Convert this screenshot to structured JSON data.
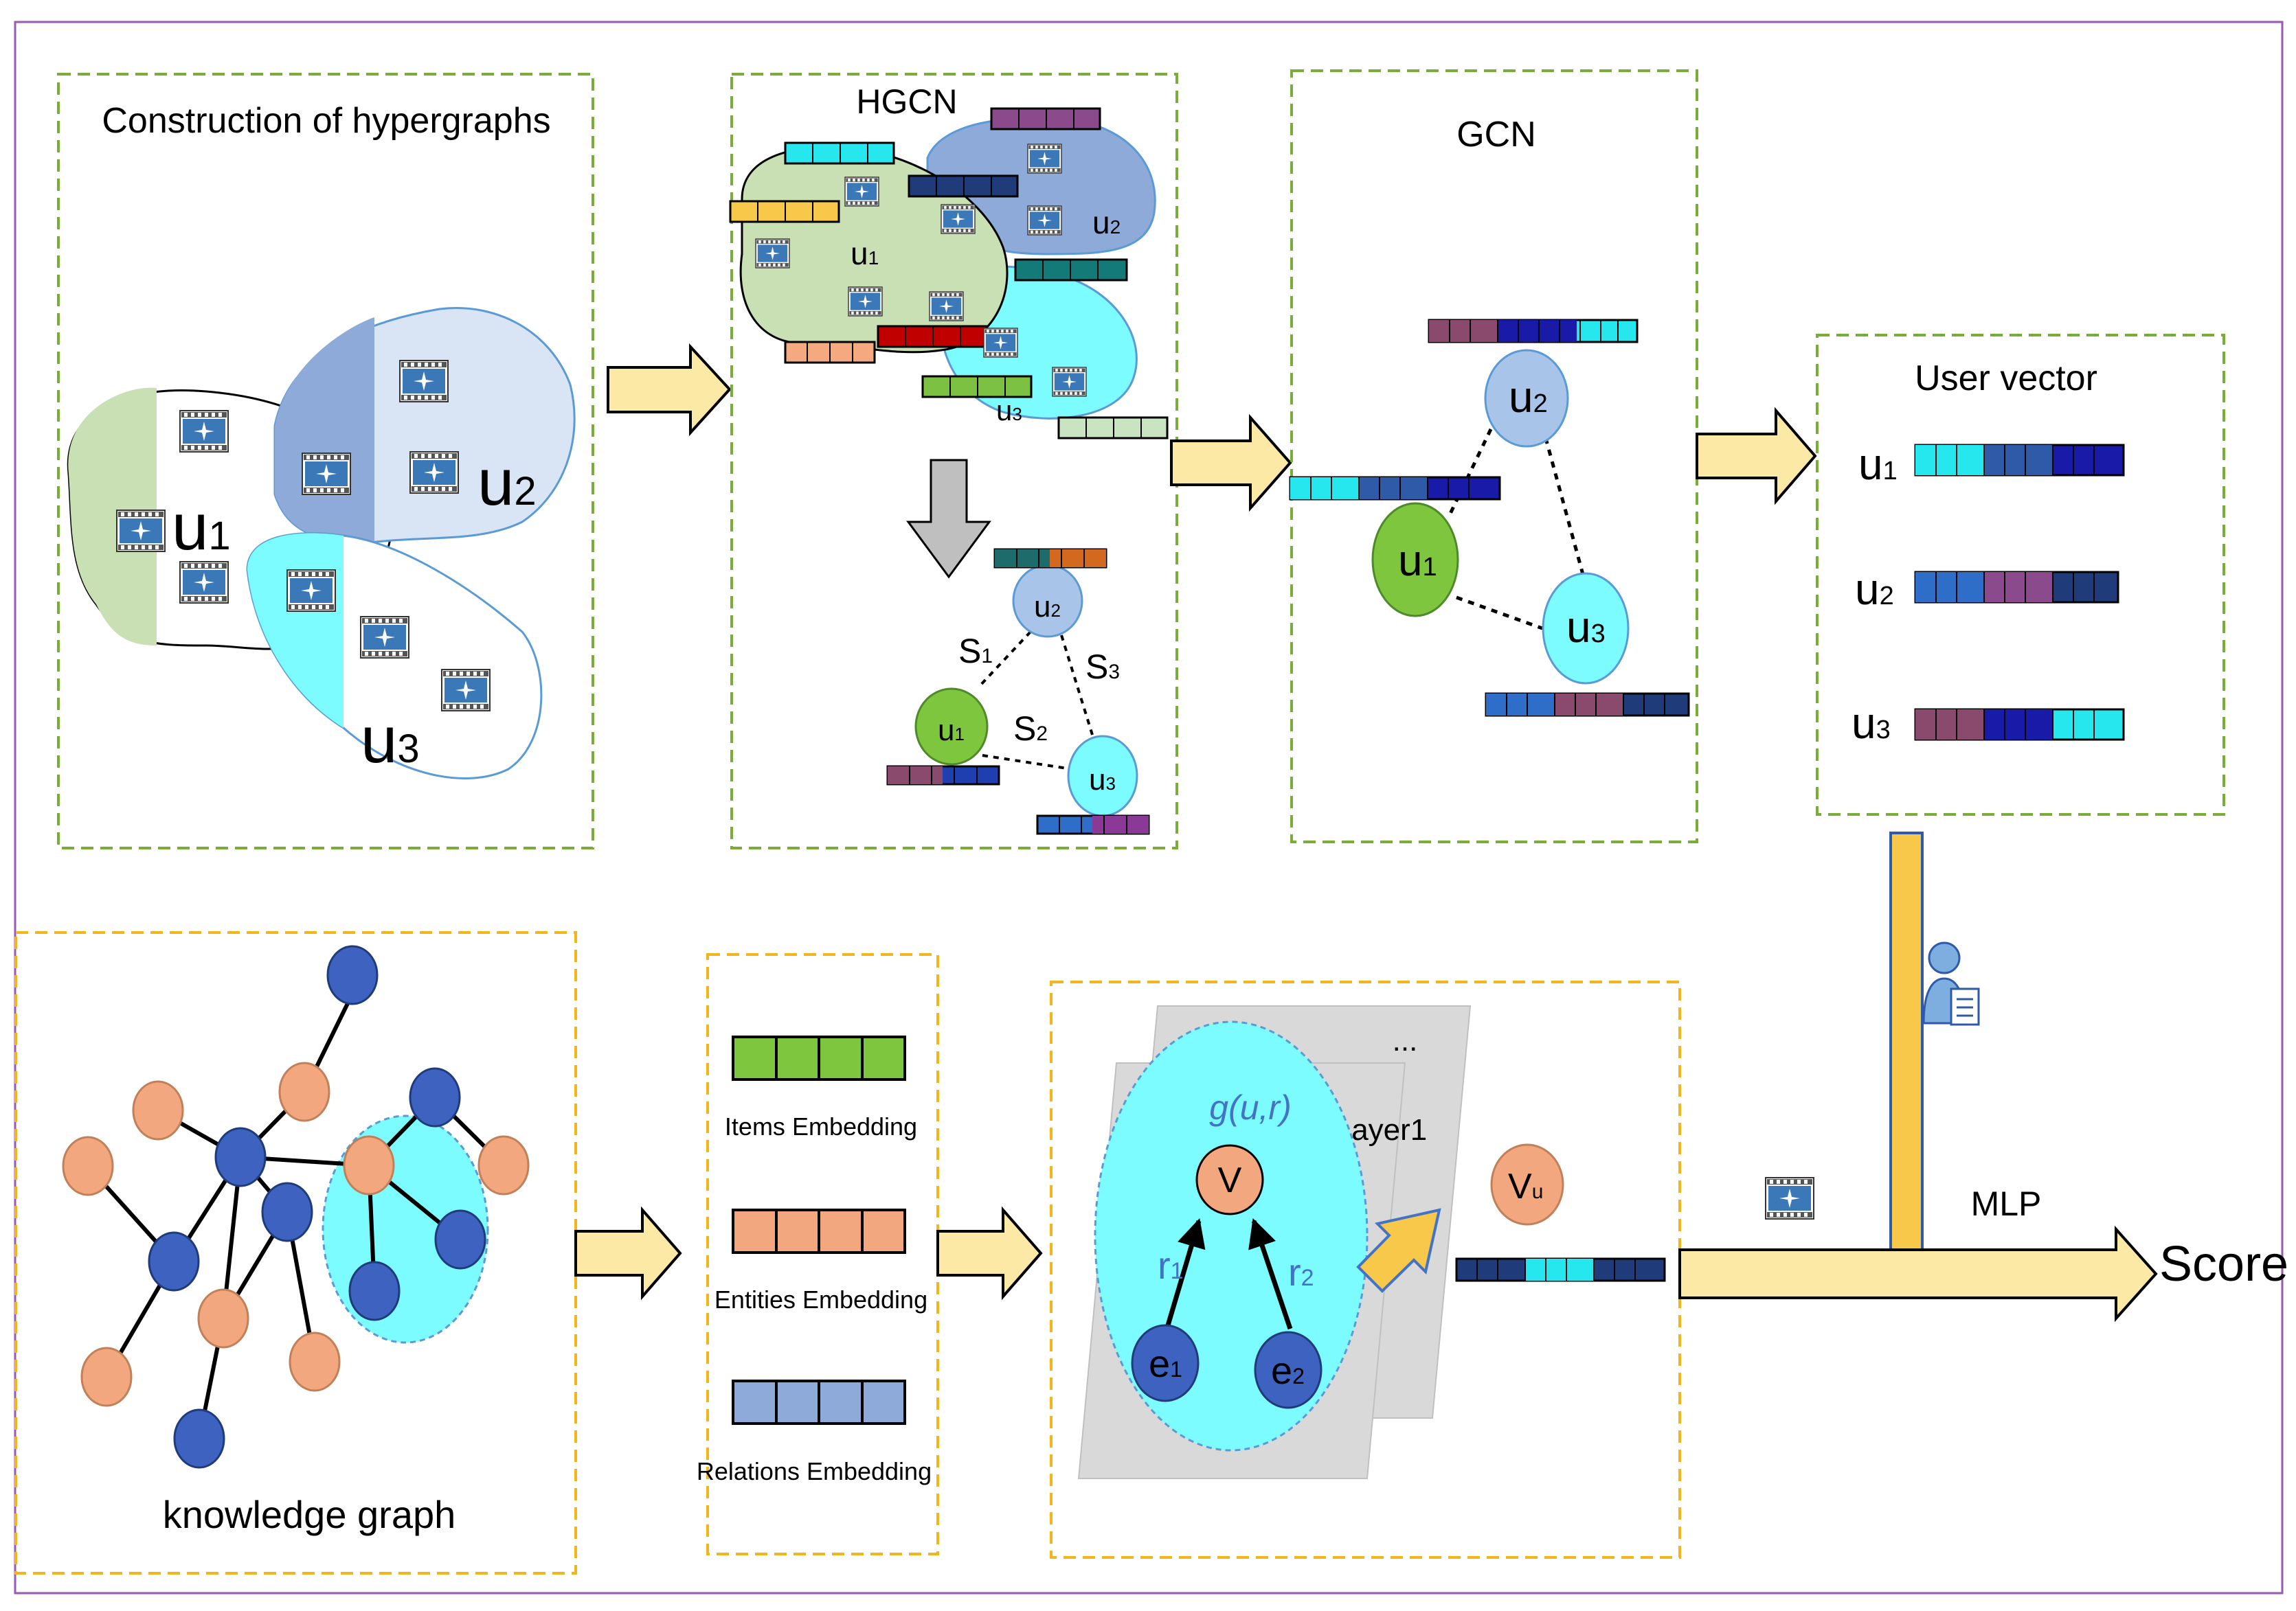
{
  "panels": {
    "construction": {
      "title": "Construction of hypergraphs",
      "u1": "u",
      "u1_sub": "1",
      "u2": "u",
      "u2_sub": "2",
      "u3": "u",
      "u3_sub": "3"
    },
    "hgcn": {
      "title": "HGCN",
      "u1": "u",
      "u1_sub": "1",
      "u2": "u",
      "u2_sub": "2",
      "u3": "u",
      "u3_sub": "3",
      "g_u1": "u",
      "g_u1_sub": "1",
      "g_u2": "u",
      "g_u2_sub": "2",
      "g_u3": "u",
      "g_u3_sub": "3",
      "s1": "S",
      "s1_sub": "1",
      "s2": "S",
      "s2_sub": "2",
      "s3": "S",
      "s3_sub": "3"
    },
    "gcn": {
      "title": "GCN",
      "u1": "u",
      "u1_sub": "1",
      "u2": "u",
      "u2_sub": "2",
      "u3": "u",
      "u3_sub": "3"
    },
    "user_vector": {
      "title": "User vector",
      "u1": "u",
      "u1_sub": "1",
      "u2": "u",
      "u2_sub": "2",
      "u3": "u",
      "u3_sub": "3"
    },
    "knowledge_graph": {
      "label": "knowledge graph"
    },
    "embeddings": {
      "items": "Items Embedding",
      "entities": "Entities Embedding",
      "relations": "Relations Embedding"
    },
    "layers": {
      "g_ur": "g(u,r)",
      "layer1": "Layer1",
      "ellipsis": "...",
      "v": "V",
      "r1": "r",
      "r1_sub": "1",
      "r2": "r",
      "r2_sub": "2",
      "e1": "e",
      "e1_sub": "1",
      "e2": "e",
      "e2_sub": "2",
      "vu": "V",
      "vu_sub": "u"
    },
    "output": {
      "mlp": "MLP",
      "score": "Score"
    }
  },
  "colors": {
    "green_panel_border": "#7aac3a",
    "yellow_panel_border": "#f2b61c",
    "arrow_fill": "#fde9a6",
    "node_blue": "#3d62c0",
    "node_orange": "#f2a77e",
    "node_green": "#7dc63d",
    "node_light_blue": "#a8c4e8",
    "node_cyan": "#7cfcff",
    "hyperedge_green": "#c9dfb4",
    "hyperedge_blue": "#8eaad9",
    "hyperedge_cyan": "#7cfcff",
    "outer_border": "#9b59b6"
  },
  "icons": [
    "film-icon",
    "user-icon",
    "gray-down-arrow-icon"
  ]
}
